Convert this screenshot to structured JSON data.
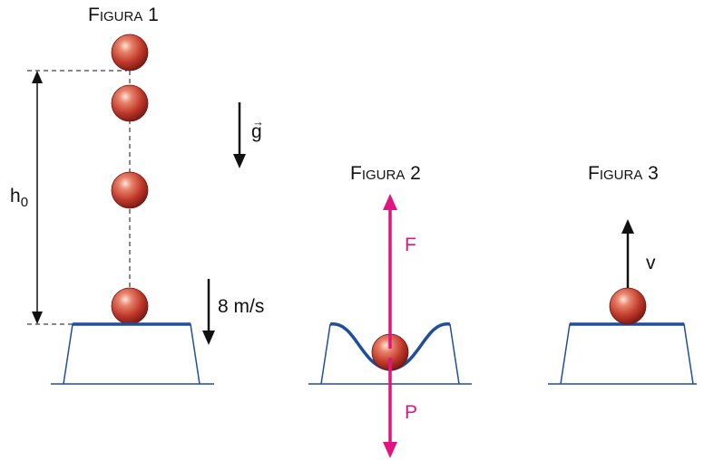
{
  "figure1": {
    "title": "Figura 1",
    "height_label": "h",
    "height_subscript": "0",
    "gravity_label": "g",
    "gravity_vector_mark": "→",
    "speed_label": "8 m/s"
  },
  "figure2": {
    "title": "Figura 2",
    "force_label": "F",
    "weight_label": "P"
  },
  "figure3": {
    "title": "Figura 3",
    "velocity_label": "v"
  },
  "colors": {
    "ball": "#c0392b",
    "surface": "#1f4e9c",
    "force_arrows": "#e0157f",
    "lines": "#111111"
  }
}
